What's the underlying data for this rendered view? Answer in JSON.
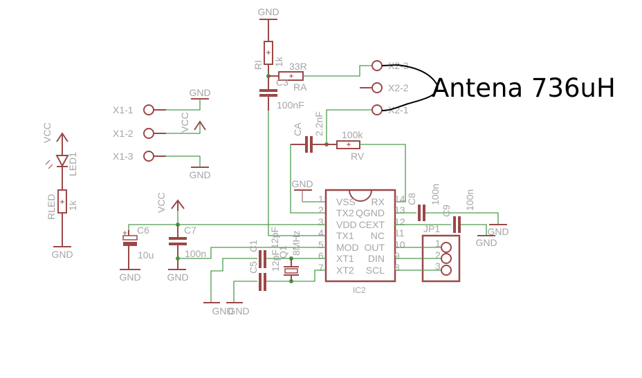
{
  "annotation": "Antena 736uH",
  "power": {
    "gnd": "GND",
    "vcc": "VCC"
  },
  "components": {
    "RI": {
      "name": "RI",
      "value": "1k"
    },
    "RA": {
      "name": "RA",
      "value": "33R"
    },
    "C3": {
      "name": "C3",
      "value": "100nF"
    },
    "CA": {
      "name": "CA",
      "value": "2.2nF"
    },
    "RV": {
      "name": "RV",
      "value": "100k"
    },
    "C8": {
      "name": "C8",
      "value": "100n"
    },
    "C9": {
      "name": "C9",
      "value": "100n"
    },
    "JP1": {
      "name": "JP1",
      "pins": [
        "1",
        "2",
        "3"
      ]
    },
    "C6": {
      "name": "C6",
      "value": "10u"
    },
    "C7": {
      "name": "C7",
      "value": "100n"
    },
    "C1": {
      "name": "C1",
      "value": "12pF"
    },
    "C5": {
      "name": "C5",
      "value": "12pF"
    },
    "Q1": {
      "name": "Q1",
      "value": "8MHz"
    },
    "LED1": {
      "name": "LED1"
    },
    "RLED": {
      "name": "RLED",
      "value": "1k"
    },
    "IC2": {
      "name": "IC2",
      "left_pins": [
        {
          "num": "1",
          "label": "VSS"
        },
        {
          "num": "2",
          "label": "TX2"
        },
        {
          "num": "3",
          "label": "VDD"
        },
        {
          "num": "4",
          "label": "TX1"
        },
        {
          "num": "5",
          "label": "MOD"
        },
        {
          "num": "6",
          "label": "XT1"
        },
        {
          "num": "7",
          "label": "XT2"
        }
      ],
      "right_pins": [
        {
          "num": "14",
          "label": "RX"
        },
        {
          "num": "13",
          "label": "QGND"
        },
        {
          "num": "12",
          "label": "CEXT"
        },
        {
          "num": "11",
          "label": "NC"
        },
        {
          "num": "10",
          "label": "OUT"
        },
        {
          "num": "9",
          "label": "DIN"
        },
        {
          "num": "8",
          "label": "SCL"
        }
      ]
    }
  },
  "connectors": {
    "X1": [
      "X1-1",
      "X1-2",
      "X1-3"
    ],
    "X2": [
      "X2-3",
      "X2-2",
      "X2-1"
    ]
  }
}
